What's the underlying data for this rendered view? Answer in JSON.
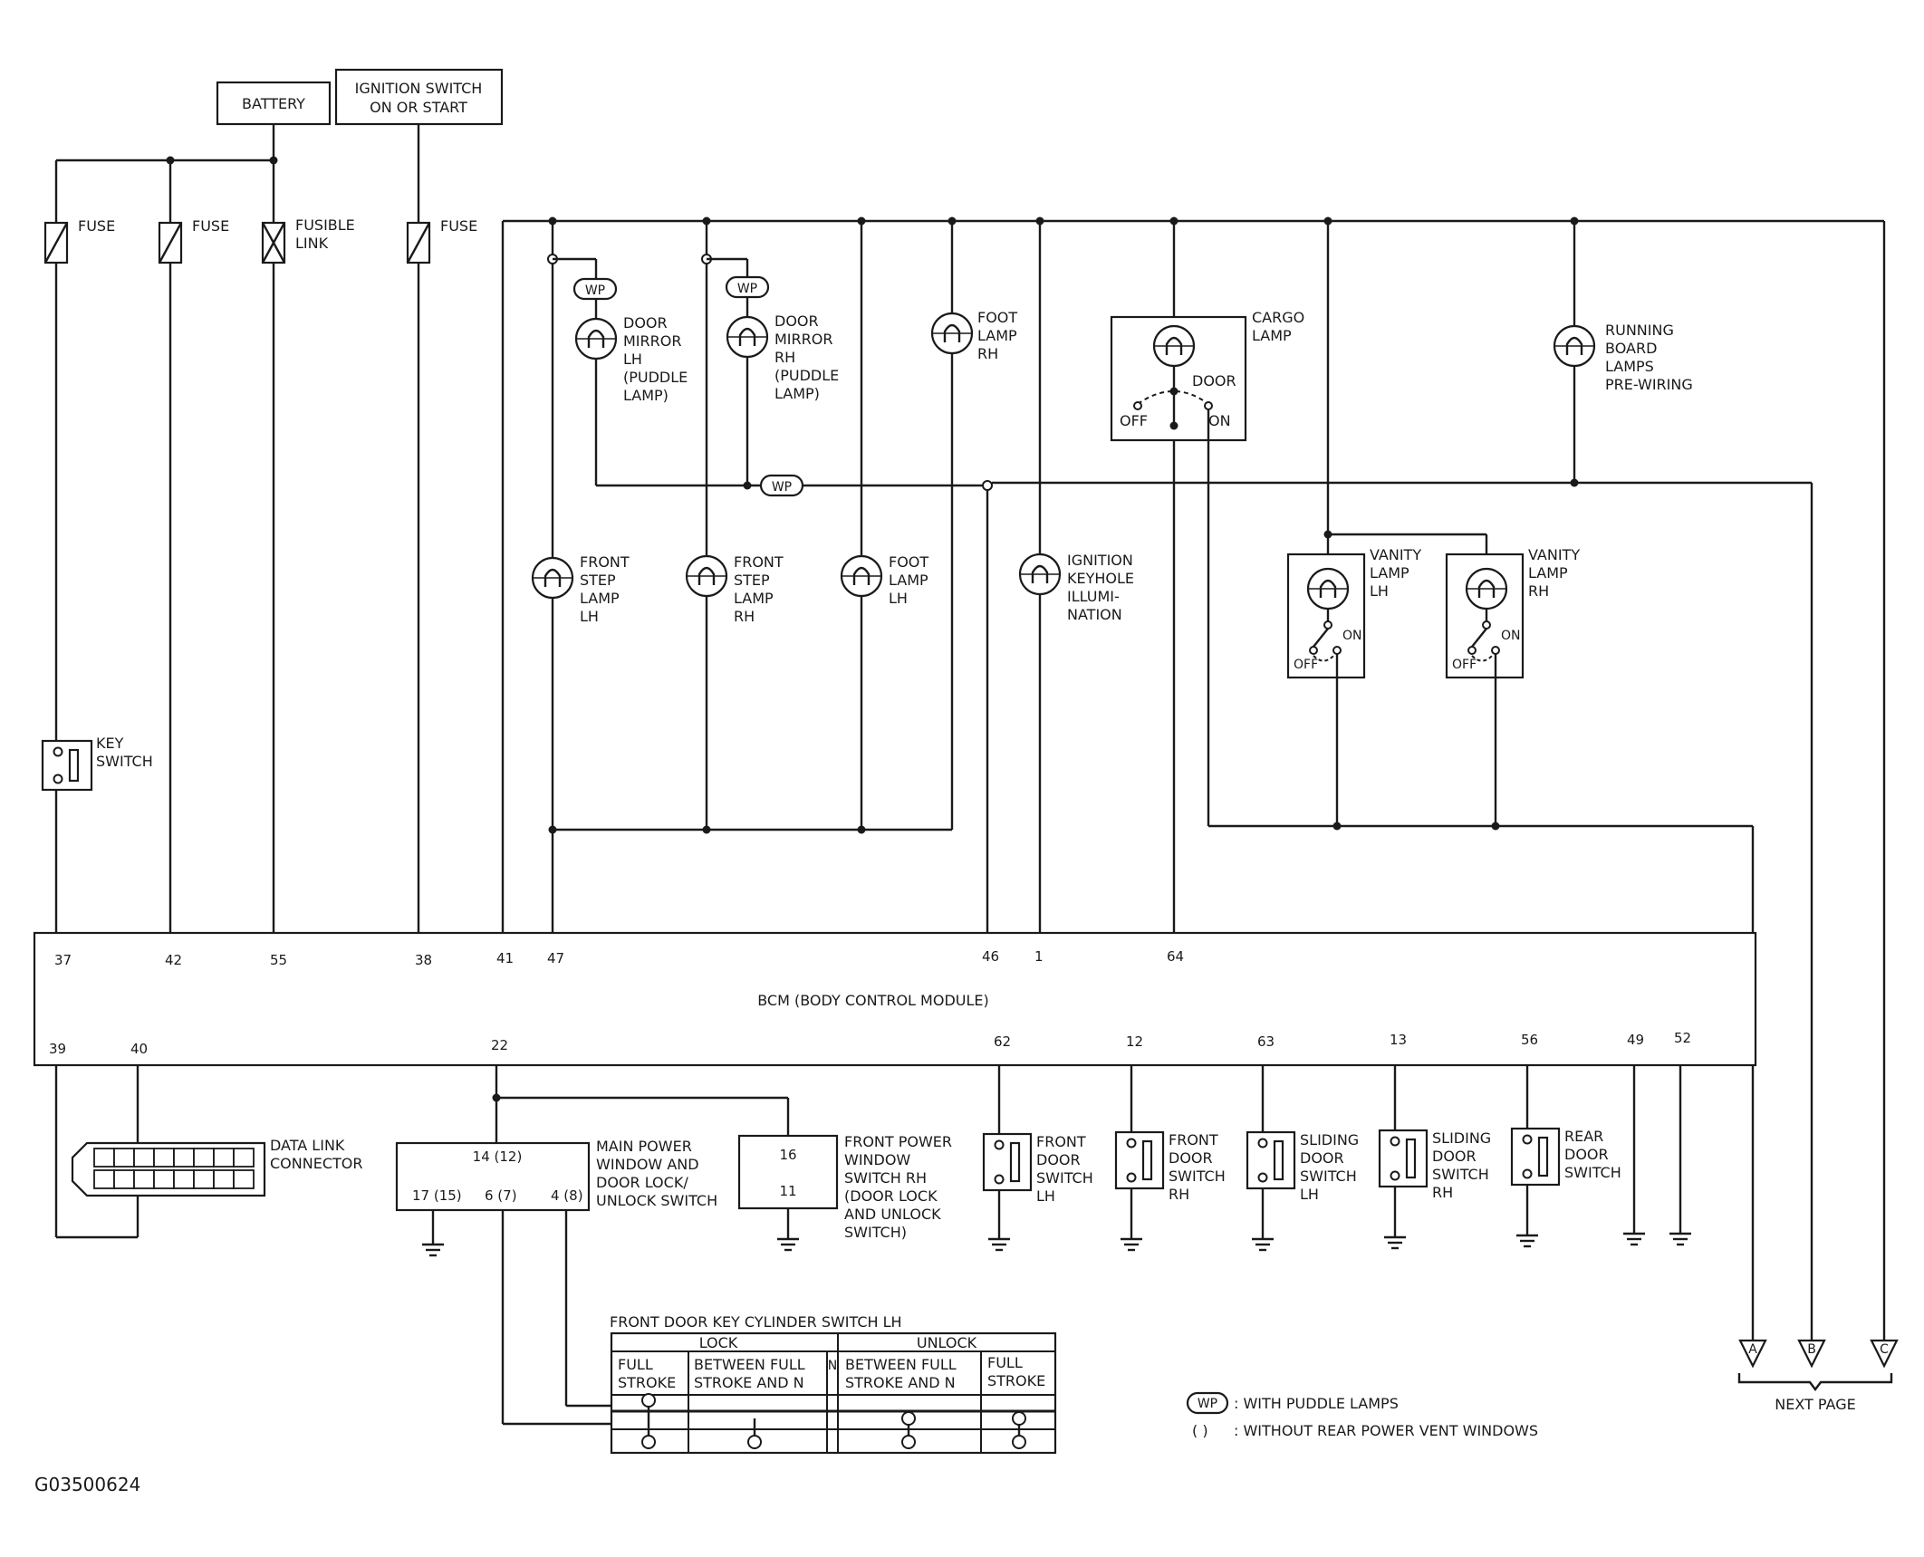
{
  "power": {
    "battery": "BATTERY",
    "ignition_line1": "IGNITION SWITCH",
    "ignition_line2": "ON OR START"
  },
  "fuses": {
    "fuse_1": "FUSE",
    "fuse_2": "FUSE",
    "fusible_line1": "FUSIBLE",
    "fusible_line2": "LINK",
    "fuse_3": "FUSE"
  },
  "key_switch": [
    "KEY",
    "SWITCH"
  ],
  "wp_tag": "WP",
  "lamps": {
    "door_mirror_lh": [
      "DOOR",
      "MIRROR",
      "LH",
      "(PUDDLE",
      "LAMP)"
    ],
    "door_mirror_rh": [
      "DOOR",
      "MIRROR",
      "RH",
      "(PUDDLE",
      "LAMP)"
    ],
    "foot_lamp_rh": [
      "FOOT",
      "LAMP",
      "RH"
    ],
    "cargo_lamp": [
      "CARGO",
      "LAMP"
    ],
    "cargo_door": "DOOR",
    "cargo_off": "OFF",
    "cargo_on": "ON",
    "running_board": [
      "RUNNING",
      "BOARD",
      "LAMPS",
      "PRE-WIRING"
    ],
    "front_step_lh": [
      "FRONT",
      "STEP",
      "LAMP",
      "LH"
    ],
    "front_step_rh": [
      "FRONT",
      "STEP",
      "LAMP",
      "RH"
    ],
    "foot_lamp_lh": [
      "FOOT",
      "LAMP",
      "LH"
    ],
    "ignition_keyhole": [
      "IGNITION",
      "KEYHOLE",
      "ILLUMI-",
      "NATION"
    ],
    "vanity_lh": [
      "VANITY",
      "LAMP",
      "LH"
    ],
    "vanity_rh": [
      "VANITY",
      "LAMP",
      "RH"
    ],
    "vanity_on": "ON",
    "vanity_off": "OFF"
  },
  "bcm": {
    "title": "BCM (BODY CONTROL MODULE)",
    "top_pins": [
      "37",
      "42",
      "55",
      "38",
      "41",
      "47",
      "46",
      "1",
      "64"
    ],
    "bottom_pins": [
      "39",
      "40",
      "22",
      "62",
      "12",
      "63",
      "13",
      "56",
      "49",
      "52"
    ]
  },
  "data_link": [
    "DATA LINK",
    "CONNECTOR"
  ],
  "main_switch": {
    "label": [
      "MAIN POWER",
      "WINDOW AND",
      "DOOR LOCK/",
      "UNLOCK SWITCH"
    ],
    "pin_top": "14 (12)",
    "pin_a": "17 (15)",
    "pin_b": "6 (7)",
    "pin_c": "4 (8)"
  },
  "front_window_rh": {
    "label": [
      "FRONT POWER",
      "WINDOW",
      "SWITCH RH",
      "(DOOR LOCK",
      "AND UNLOCK",
      "SWITCH)"
    ],
    "pin_top": "16",
    "pin_bottom": "11"
  },
  "door_switches": {
    "front_lh": [
      "FRONT",
      "DOOR",
      "SWITCH",
      "LH"
    ],
    "front_rh": [
      "FRONT",
      "DOOR",
      "SWITCH",
      "RH"
    ],
    "sliding_lh": [
      "SLIDING",
      "DOOR",
      "SWITCH",
      "LH"
    ],
    "sliding_rh": [
      "SLIDING",
      "DOOR",
      "SWITCH",
      "RH"
    ],
    "rear": [
      "REAR",
      "DOOR",
      "SWITCH"
    ]
  },
  "key_cylinder": {
    "title": "FRONT DOOR KEY CYLINDER SWITCH LH",
    "lock": "LOCK",
    "unlock": "UNLOCK",
    "n": "N",
    "full_line1": "FULL",
    "full_line2": "STROKE",
    "between_line1": "BETWEEN FULL",
    "between_line2": "STROKE AND N"
  },
  "connectors": {
    "a": "A",
    "b": "B",
    "c": "C",
    "next_page": "NEXT PAGE"
  },
  "legend": {
    "wp_symbol": "WP",
    "wp_text": ": WITH PUDDLE LAMPS",
    "paren_symbol": "(    )",
    "paren_text": ": WITHOUT REAR POWER VENT WINDOWS"
  },
  "figure_id": "G03500624"
}
